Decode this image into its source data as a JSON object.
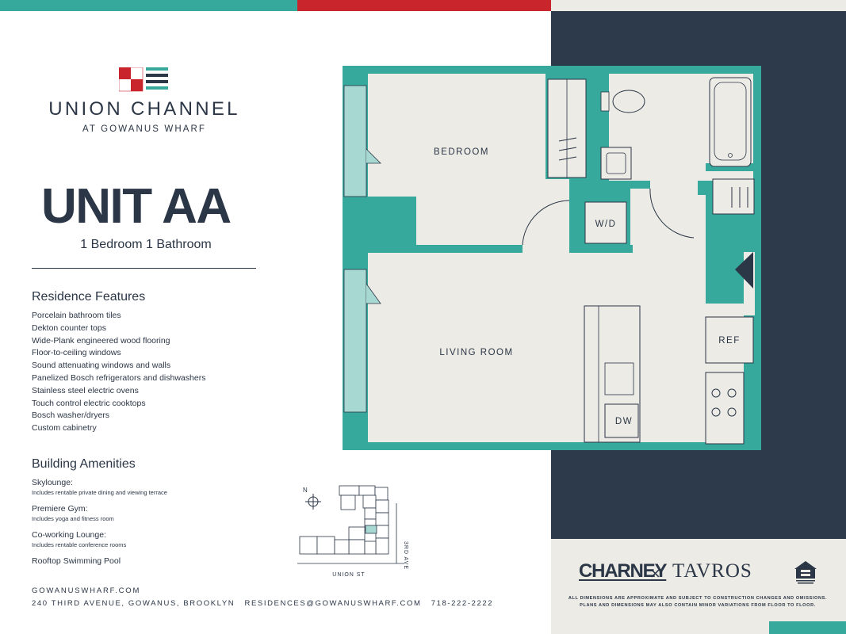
{
  "brand": {
    "name": "UNION CHANNEL",
    "subtitle": "AT GOWANUS WHARF"
  },
  "unit": {
    "title": "UNIT AA",
    "subtitle": "1 Bedroom  1 Bathroom"
  },
  "features": {
    "heading": "Residence Features",
    "items": [
      "Porcelain bathroom tiles",
      "Dekton counter tops",
      "Wide-Plank engineered wood flooring",
      "Floor-to-ceiling windows",
      "Sound attenuating windows and walls",
      "Panelized Bosch refrigerators and dishwashers",
      "Stainless steel electric ovens",
      "Touch control electric cooktops",
      "Bosch washer/dryers",
      "Custom cabinetry"
    ]
  },
  "amenities": {
    "heading": "Building Amenities",
    "items": [
      {
        "name": "Skylounge:",
        "desc": "Includes rentable private dining and viewing terrace"
      },
      {
        "name": "Premiere Gym:",
        "desc": "Includes yoga and fitness room"
      },
      {
        "name": "Co-working Lounge:",
        "desc": "Includes rentable conference rooms"
      },
      {
        "name": "Rooftop Swimming Pool",
        "desc": ""
      }
    ]
  },
  "contact": {
    "website": "GOWANUSWHARF.COM",
    "address": "240 THIRD AVENUE, GOWANUS, BROOKLYN",
    "email": "RESIDENCES@GOWANUSWHARF.COM",
    "phone": "718-222-2222"
  },
  "floorplan": {
    "rooms": {
      "bedroom": "BEDROOM",
      "living": "LIVING ROOM",
      "washer_dryer": "W/D",
      "refrigerator": "REF",
      "dishwasher": "DW"
    }
  },
  "siteplan": {
    "street_bottom": "UNION ST",
    "street_right": "3RD AVE",
    "north": "N"
  },
  "partners": {
    "developer": "CHARNEY",
    "separator": "×",
    "partner": "TAVROS"
  },
  "disclaimer": {
    "line1": "ALL DIMENSIONS ARE APPROXIMATE AND SUBJECT TO CONSTRUCTION CHANGES AND OMISSIONS.",
    "line2": "PLANS AND DIMENSIONS MAY ALSO CONTAIN MINOR VARIATIONS FROM FLOOR TO FLOOR."
  },
  "colors": {
    "teal": "#36a99c",
    "red": "#c8252c",
    "navy": "#2d3a4b",
    "text": "#2b3646",
    "floor": "#ecebe6",
    "light_grey": "#ecebe6"
  }
}
